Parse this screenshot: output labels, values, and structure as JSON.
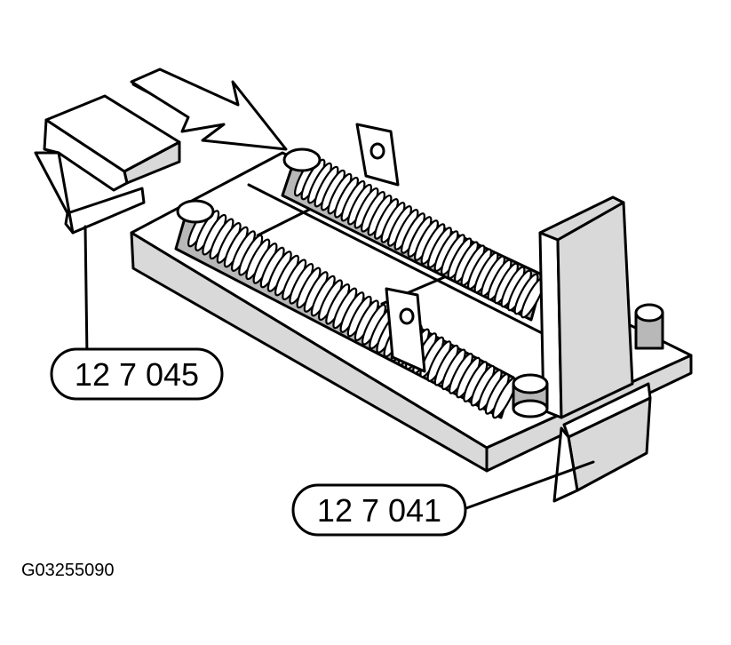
{
  "callouts": [
    {
      "id": "upper",
      "label": "12 7 045"
    },
    {
      "id": "lower",
      "label": "12 7 041"
    }
  ],
  "figure_id": "G03255090"
}
